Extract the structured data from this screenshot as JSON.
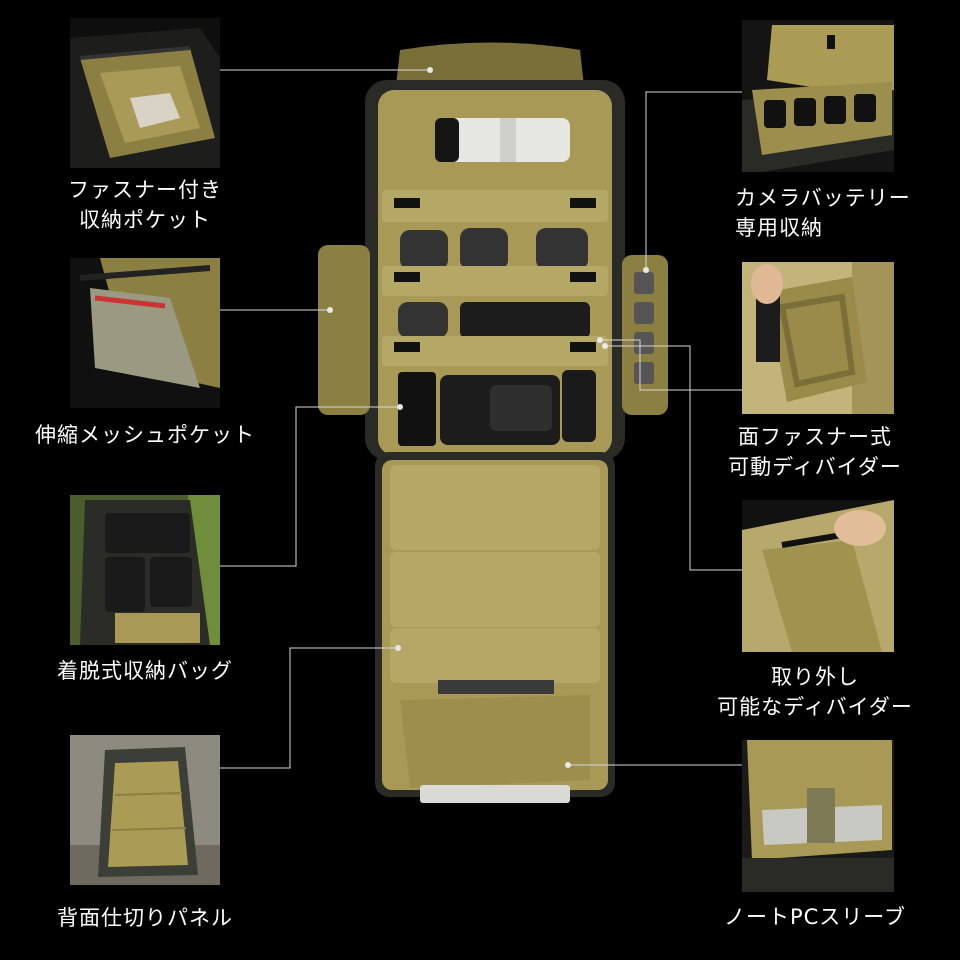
{
  "features": [
    {
      "id": "zipper-pocket",
      "lines": [
        "ファスナー付き",
        "収納ポケット"
      ]
    },
    {
      "id": "mesh-pocket",
      "lines": [
        "伸縮メッシュポケット"
      ]
    },
    {
      "id": "detachable-bag",
      "lines": [
        "着脱式収納バッグ"
      ]
    },
    {
      "id": "back-panel",
      "lines": [
        "背面仕切りパネル"
      ]
    },
    {
      "id": "battery-storage",
      "lines": [
        "カメラバッテリー",
        "専用収納"
      ]
    },
    {
      "id": "velcro-divider",
      "lines": [
        "面ファスナー式",
        "可動ディバイダー"
      ]
    },
    {
      "id": "removable-divider",
      "lines": [
        "取り外し",
        "可能なディバイダー"
      ]
    },
    {
      "id": "laptop-sleeve",
      "lines": [
        "ノートPCスリーブ"
      ]
    }
  ],
  "colors": {
    "background": "#000000",
    "bag_khaki": "#a89a56",
    "bag_khaki_light": "#b5a765",
    "bag_khaki_dark": "#7a6f38",
    "bag_shell": "#2a2a26",
    "leader_line": "#d8d8d8"
  }
}
